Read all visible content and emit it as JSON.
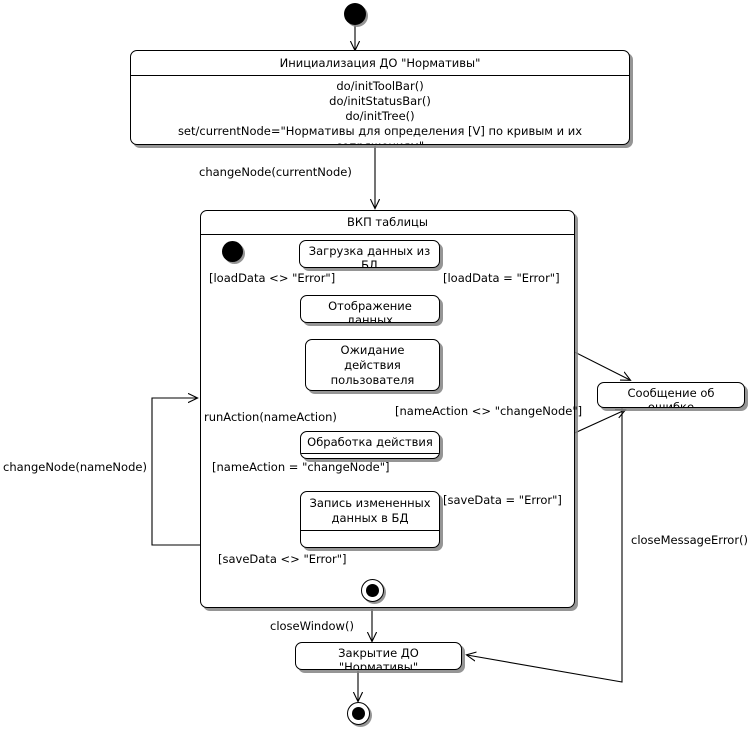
{
  "diagram": {
    "type": "uml-state-machine",
    "title": "",
    "language": "ru"
  },
  "states": {
    "init_do": {
      "name": "Инициализация ДО \"Нормативы\"",
      "body": "do/initToolBar()\ndo/initStatusBar()\ndo/initTree()\nset/currentNode=\"Нормативы для определения [V] по кривым и их сопряжениям\""
    },
    "composite": {
      "name": "ВКП таблицы"
    },
    "load_data": {
      "name": "Загрузка данных из БД"
    },
    "show_data": {
      "name": "Отображение данных"
    },
    "wait_user": {
      "name": "Ожидание действия\nпользователя"
    },
    "process_action": {
      "name": "Обработка действия"
    },
    "save_data": {
      "name": "Запись измененных\nданных в БД"
    },
    "error_message": {
      "name": "Сообщение об ошибке"
    },
    "close_do": {
      "name": "Закрытие ДО \"Нормативы\""
    }
  },
  "transitions": {
    "change_node_current": "changeNode(currentNode)",
    "load_ok": "[loadData <> \"Error\"]",
    "load_err": "[loadData = \"Error\"]",
    "run_action": "runAction(nameAction)",
    "name_action_ne": "[nameAction <> \"changeNode\"]",
    "name_action_eq": "[nameAction = \"changeNode\"]",
    "save_err": "[saveData = \"Error\"]",
    "save_ok": "[saveData <> \"Error\"]",
    "change_node_name": "changeNode(nameNode)",
    "close_window": "closeWindow()",
    "close_message_error": "closeMessageError()"
  },
  "colors": {
    "stroke": "#000000",
    "background": "#ffffff",
    "shadow": "#828282"
  }
}
